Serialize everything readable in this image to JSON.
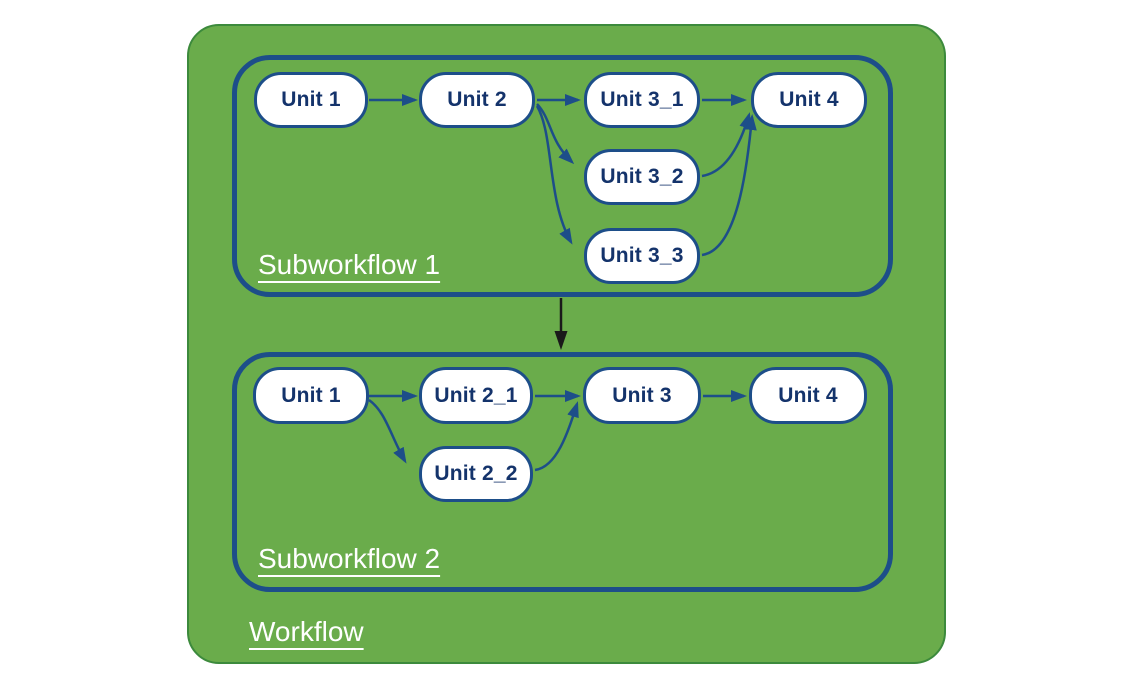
{
  "colors": {
    "workflow_fill": "#6aac4b",
    "workflow_border": "#3c8a3c",
    "subworkflow_border": "#1d4e89",
    "node_fill": "#ffffff",
    "node_border": "#1d4e89",
    "node_text": "#14336b",
    "section_label_text": "#ffffff",
    "edge_color": "#1d4e89",
    "workflow_edge_color": "#1a1a1a"
  },
  "workflow": {
    "label": "Workflow",
    "subworkflows": [
      {
        "label": "Subworkflow 1",
        "nodes": [
          {
            "id": "u1",
            "label": "Unit 1"
          },
          {
            "id": "u2",
            "label": "Unit 2"
          },
          {
            "id": "u3_1",
            "label": "Unit 3_1"
          },
          {
            "id": "u3_2",
            "label": "Unit 3_2"
          },
          {
            "id": "u3_3",
            "label": "Unit 3_3"
          },
          {
            "id": "u4",
            "label": "Unit 4"
          }
        ],
        "edges": [
          [
            "Unit 1",
            "Unit 2"
          ],
          [
            "Unit 2",
            "Unit 3_1"
          ],
          [
            "Unit 2",
            "Unit 3_2"
          ],
          [
            "Unit 2",
            "Unit 3_3"
          ],
          [
            "Unit 3_1",
            "Unit 4"
          ],
          [
            "Unit 3_2",
            "Unit 4"
          ],
          [
            "Unit 3_3",
            "Unit 4"
          ]
        ]
      },
      {
        "label": "Subworkflow 2",
        "nodes": [
          {
            "id": "u1",
            "label": "Unit 1"
          },
          {
            "id": "u2_1",
            "label": "Unit 2_1"
          },
          {
            "id": "u2_2",
            "label": "Unit 2_2"
          },
          {
            "id": "u3",
            "label": "Unit 3"
          },
          {
            "id": "u4",
            "label": "Unit 4"
          }
        ],
        "edges": [
          [
            "Unit 1",
            "Unit 2_1"
          ],
          [
            "Unit 1",
            "Unit 2_2"
          ],
          [
            "Unit 2_1",
            "Unit 3"
          ],
          [
            "Unit 2_2",
            "Unit 3"
          ],
          [
            "Unit 3",
            "Unit 4"
          ]
        ]
      }
    ],
    "edges": [
      [
        "Subworkflow 1",
        "Subworkflow 2"
      ]
    ]
  }
}
